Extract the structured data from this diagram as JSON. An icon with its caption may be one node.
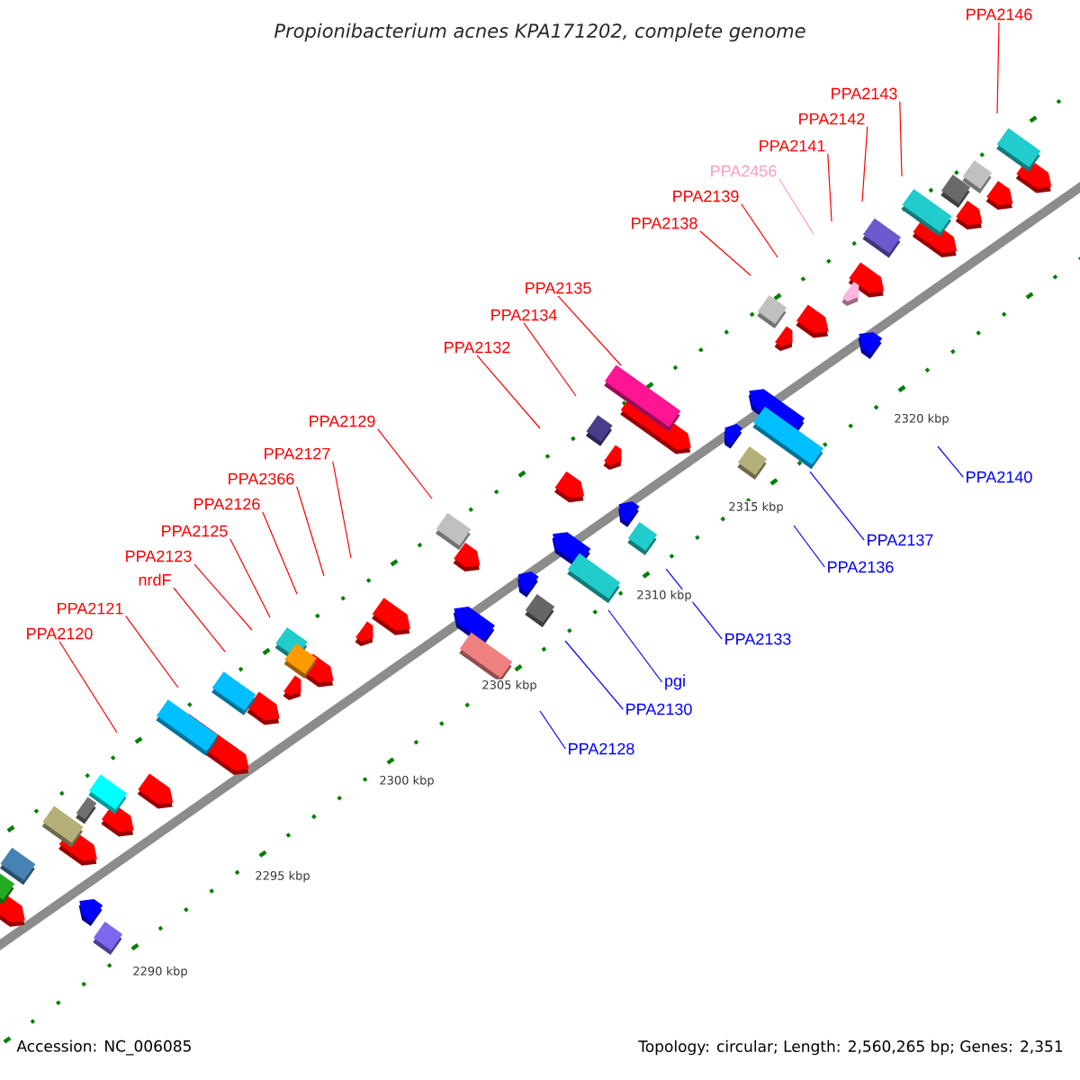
{
  "diagram": {
    "title": "Propionibacterium acnes KPA171202, complete genome",
    "nodes": [
      {
        "text": [
          "PPA2146"
        ]
      },
      {
        "text": [
          "PPA2143"
        ]
      },
      {
        "text": [
          "PPA2142"
        ]
      },
      {
        "text": [
          "PPA2141"
        ]
      },
      {
        "text": [
          "PPA2456"
        ]
      },
      {
        "text": [
          "PPA2139"
        ]
      },
      {
        "text": [
          "PPA2138"
        ]
      },
      {
        "text": [
          "PPA2135"
        ]
      },
      {
        "text": [
          "PPA2134"
        ]
      },
      {
        "text": [
          "PPA2132"
        ]
      },
      {
        "text": [
          "PPA2129"
        ]
      },
      {
        "text": [
          "PPA2127"
        ]
      },
      {
        "text": [
          "PPA2366"
        ]
      },
      {
        "text": [
          "PPA2126"
        ]
      },
      {
        "text": [
          "PPA2125"
        ]
      },
      {
        "text": [
          "PPA2123"
        ]
      },
      {
        "text": [
          "nrdF"
        ]
      },
      {
        "text": [
          "PPA2121"
        ]
      },
      {
        "text": [
          "PPA2120"
        ]
      },
      {
        "text": [
          "PPA2140"
        ]
      },
      {
        "text": [
          "PPA2137"
        ]
      },
      {
        "text": [
          "PPA2136"
        ]
      },
      {
        "text": [
          "PPA2133"
        ]
      },
      {
        "text": [
          "pgi"
        ]
      },
      {
        "text": [
          "PPA2130"
        ]
      },
      {
        "text": [
          "PPA2128"
        ]
      }
    ],
    "edges": [
      {
        "from": 0,
        "to": null,
        "arrow": "none"
      },
      {
        "from": 1,
        "to": null,
        "arrow": "none"
      },
      {
        "from": 2,
        "to": null,
        "arrow": "none"
      },
      {
        "from": 3,
        "to": null,
        "arrow": "none"
      },
      {
        "from": 4,
        "to": null,
        "arrow": "none",
        "color": "#ff99cc"
      },
      {
        "from": 5,
        "to": null,
        "arrow": "none"
      },
      {
        "from": 6,
        "to": null,
        "arrow": "none"
      },
      {
        "from": 7,
        "to": null,
        "arrow": "none"
      },
      {
        "from": 8,
        "to": null,
        "arrow": "none"
      },
      {
        "from": 9,
        "to": null,
        "arrow": "none"
      },
      {
        "from": 10,
        "to": null,
        "arrow": "none"
      },
      {
        "from": 11,
        "to": null,
        "arrow": "none"
      },
      {
        "from": 12,
        "to": null,
        "arrow": "none"
      },
      {
        "from": 13,
        "to": null,
        "arrow": "none"
      },
      {
        "from": 14,
        "to": null,
        "arrow": "none"
      },
      {
        "from": 15,
        "to": null,
        "arrow": "none"
      },
      {
        "from": 16,
        "to": null,
        "arrow": "none"
      },
      {
        "from": 17,
        "to": null,
        "arrow": "none"
      },
      {
        "from": 18,
        "to": null,
        "arrow": "none"
      },
      {
        "from": 19,
        "to": null,
        "arrow": "none",
        "color": "#0000ff"
      },
      {
        "from": 20,
        "to": null,
        "arrow": "none",
        "color": "#0000ff"
      },
      {
        "from": 21,
        "to": null,
        "arrow": "none",
        "color": "#0000ff"
      },
      {
        "from": 22,
        "to": null,
        "arrow": "none",
        "color": "#0000ff"
      },
      {
        "from": 23,
        "to": null,
        "arrow": "none",
        "color": "#0000ff"
      },
      {
        "from": 24,
        "to": null,
        "arrow": "none",
        "color": "#0000ff"
      },
      {
        "from": 25,
        "to": null,
        "arrow": "none",
        "color": "#0000ff"
      }
    ],
    "labels": [
      "2320 kbp",
      "2315 kbp",
      "2310 kbp",
      "2305 kbp",
      "2300 kbp",
      "2295 kbp",
      "2290 kbp",
      "Accession: NC_006085",
      "Topology: circular; Length: 2,560,265 bp; Genes: 2,351"
    ]
  }
}
